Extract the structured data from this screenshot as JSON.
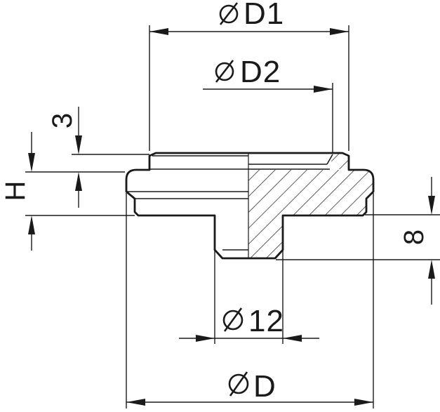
{
  "drawing": {
    "background_color": "#ffffff",
    "line_color": "#1a1a1a",
    "view": "half-section, right half hatched",
    "dimensions": {
      "d1": {
        "prefix": "⌀",
        "text": "D1"
      },
      "d2": {
        "prefix": "⌀",
        "text": "D2"
      },
      "top_step_height": {
        "text": "3"
      },
      "body_height": {
        "text": "H"
      },
      "boss_height": {
        "text": "8"
      },
      "boss_diameter": {
        "prefix": "⌀",
        "text": "12"
      },
      "outer_diameter": {
        "prefix": "⌀",
        "text": "D"
      }
    }
  }
}
